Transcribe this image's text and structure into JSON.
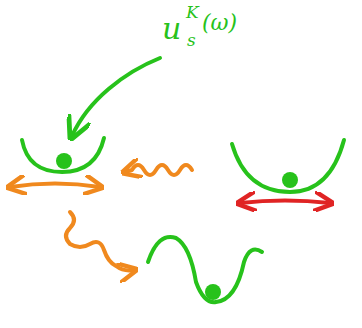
{
  "diagram": {
    "labels": [
      "u",
      "K",
      "s",
      "(ω)"
    ]
  }
}
